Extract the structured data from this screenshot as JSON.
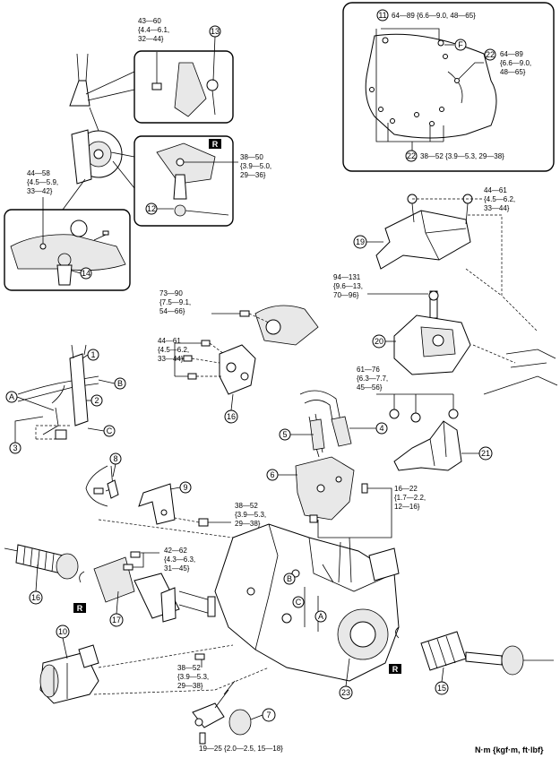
{
  "torques": {
    "t43_60": [
      "43—60",
      "{4.4—6.1,",
      "32—44}"
    ],
    "t64_89_top": "64—89 {6.6—9.0, 48—65}",
    "t64_89_right": [
      "64—89",
      "{6.6—9.0,",
      "48—65}"
    ],
    "t38_52_inset": "38—52 {3.9—5.3, 29—38}",
    "t38_50": [
      "38—50",
      "{3.9—5.0,",
      "29—36}"
    ],
    "t44_58": [
      "44—58",
      "{4.5—5.9,",
      "33—42}"
    ],
    "t44_61_top": [
      "44—61",
      "{4.5—6.2,",
      "33—44}"
    ],
    "t94_131": [
      "94—131",
      "{9.6—13,",
      "70—96}"
    ],
    "t73_90": [
      "73—90",
      "{7.5—9.1,",
      "54—66}"
    ],
    "t44_61_mid": [
      "44—61",
      "{4.5—6.2,",
      "33—44}"
    ],
    "t61_76": [
      "61—76",
      "{6.3—7.7,",
      "45—56}"
    ],
    "t16_22": [
      "16—22",
      "{1.7—2.2,",
      "12—16}"
    ],
    "t38_52_mid": [
      "38—52",
      "{3.9—5.3,",
      "29—38}"
    ],
    "t42_62": [
      "42—62",
      "{4.3—6.3,",
      "31—45}"
    ],
    "t38_52_low": [
      "38—52",
      "{3.9—5.3,",
      "29—38}"
    ],
    "t19_25": "19—25 {2.0—2.5, 15—18}"
  },
  "callouts": {
    "n1": "1",
    "n2": "2",
    "n3": "3",
    "n4": "4",
    "n5": "5",
    "n6": "6",
    "n7": "7",
    "n8": "8",
    "n9": "9",
    "n10": "10",
    "n11": "11",
    "n12": "12",
    "n13": "13",
    "n14": "14",
    "n15": "15",
    "n16a": "16",
    "n16b": "16",
    "n17": "17",
    "n19": "19",
    "n20": "20",
    "n21": "21",
    "n22a": "22",
    "n22b": "22",
    "n23": "23"
  },
  "letters": {
    "A1": "A",
    "B1": "B",
    "C1": "C",
    "A2": "A",
    "B2": "B",
    "C2": "C",
    "F": "F"
  },
  "replace_mark": "R",
  "units": "N·m {kgf·m, ft·lbf}"
}
